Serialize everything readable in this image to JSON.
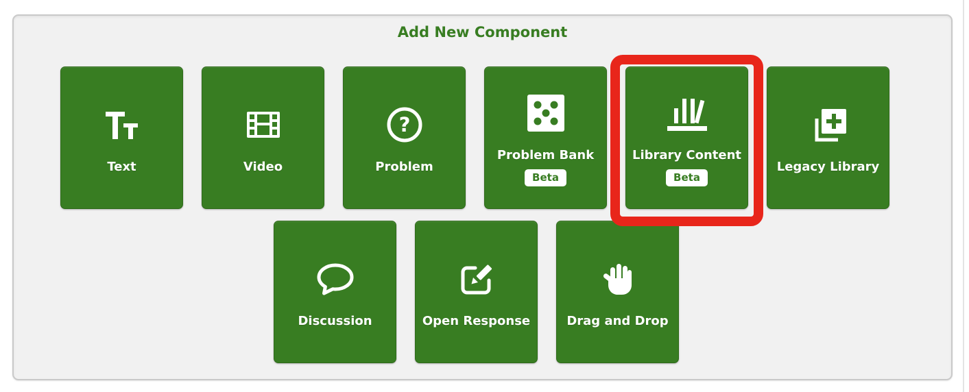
{
  "header": {
    "title": "Add New Component"
  },
  "colors": {
    "tile_green": "#387D22",
    "title_green": "#387D22",
    "highlight_red": "#E8261B",
    "panel_background": "#F1F1F1",
    "panel_border": "#C9C9C9",
    "badge_background": "#FFFFFF",
    "badge_text": "#387D22",
    "tile_label": "#FFFFFF"
  },
  "glyphs": {
    "question_mark": "?"
  },
  "tiles": {
    "row1": [
      {
        "label": "Text",
        "icon": "text-icon"
      },
      {
        "label": "Video",
        "icon": "video-icon"
      },
      {
        "label": "Problem",
        "icon": "problem-icon"
      },
      {
        "label": "Problem Bank",
        "icon": "problem-bank-icon",
        "badge": "Beta"
      },
      {
        "label": "Library Content",
        "icon": "library-content-icon",
        "badge": "Beta",
        "highlighted": true
      },
      {
        "label": "Legacy Library",
        "icon": "legacy-library-icon"
      }
    ],
    "row2": [
      {
        "label": "Discussion",
        "icon": "discussion-icon"
      },
      {
        "label": "Open Response",
        "icon": "open-response-icon"
      },
      {
        "label": "Drag and Drop",
        "icon": "drag-and-drop-icon"
      }
    ]
  },
  "annotation": {
    "type": "highlight-box",
    "target": "Library Content"
  }
}
